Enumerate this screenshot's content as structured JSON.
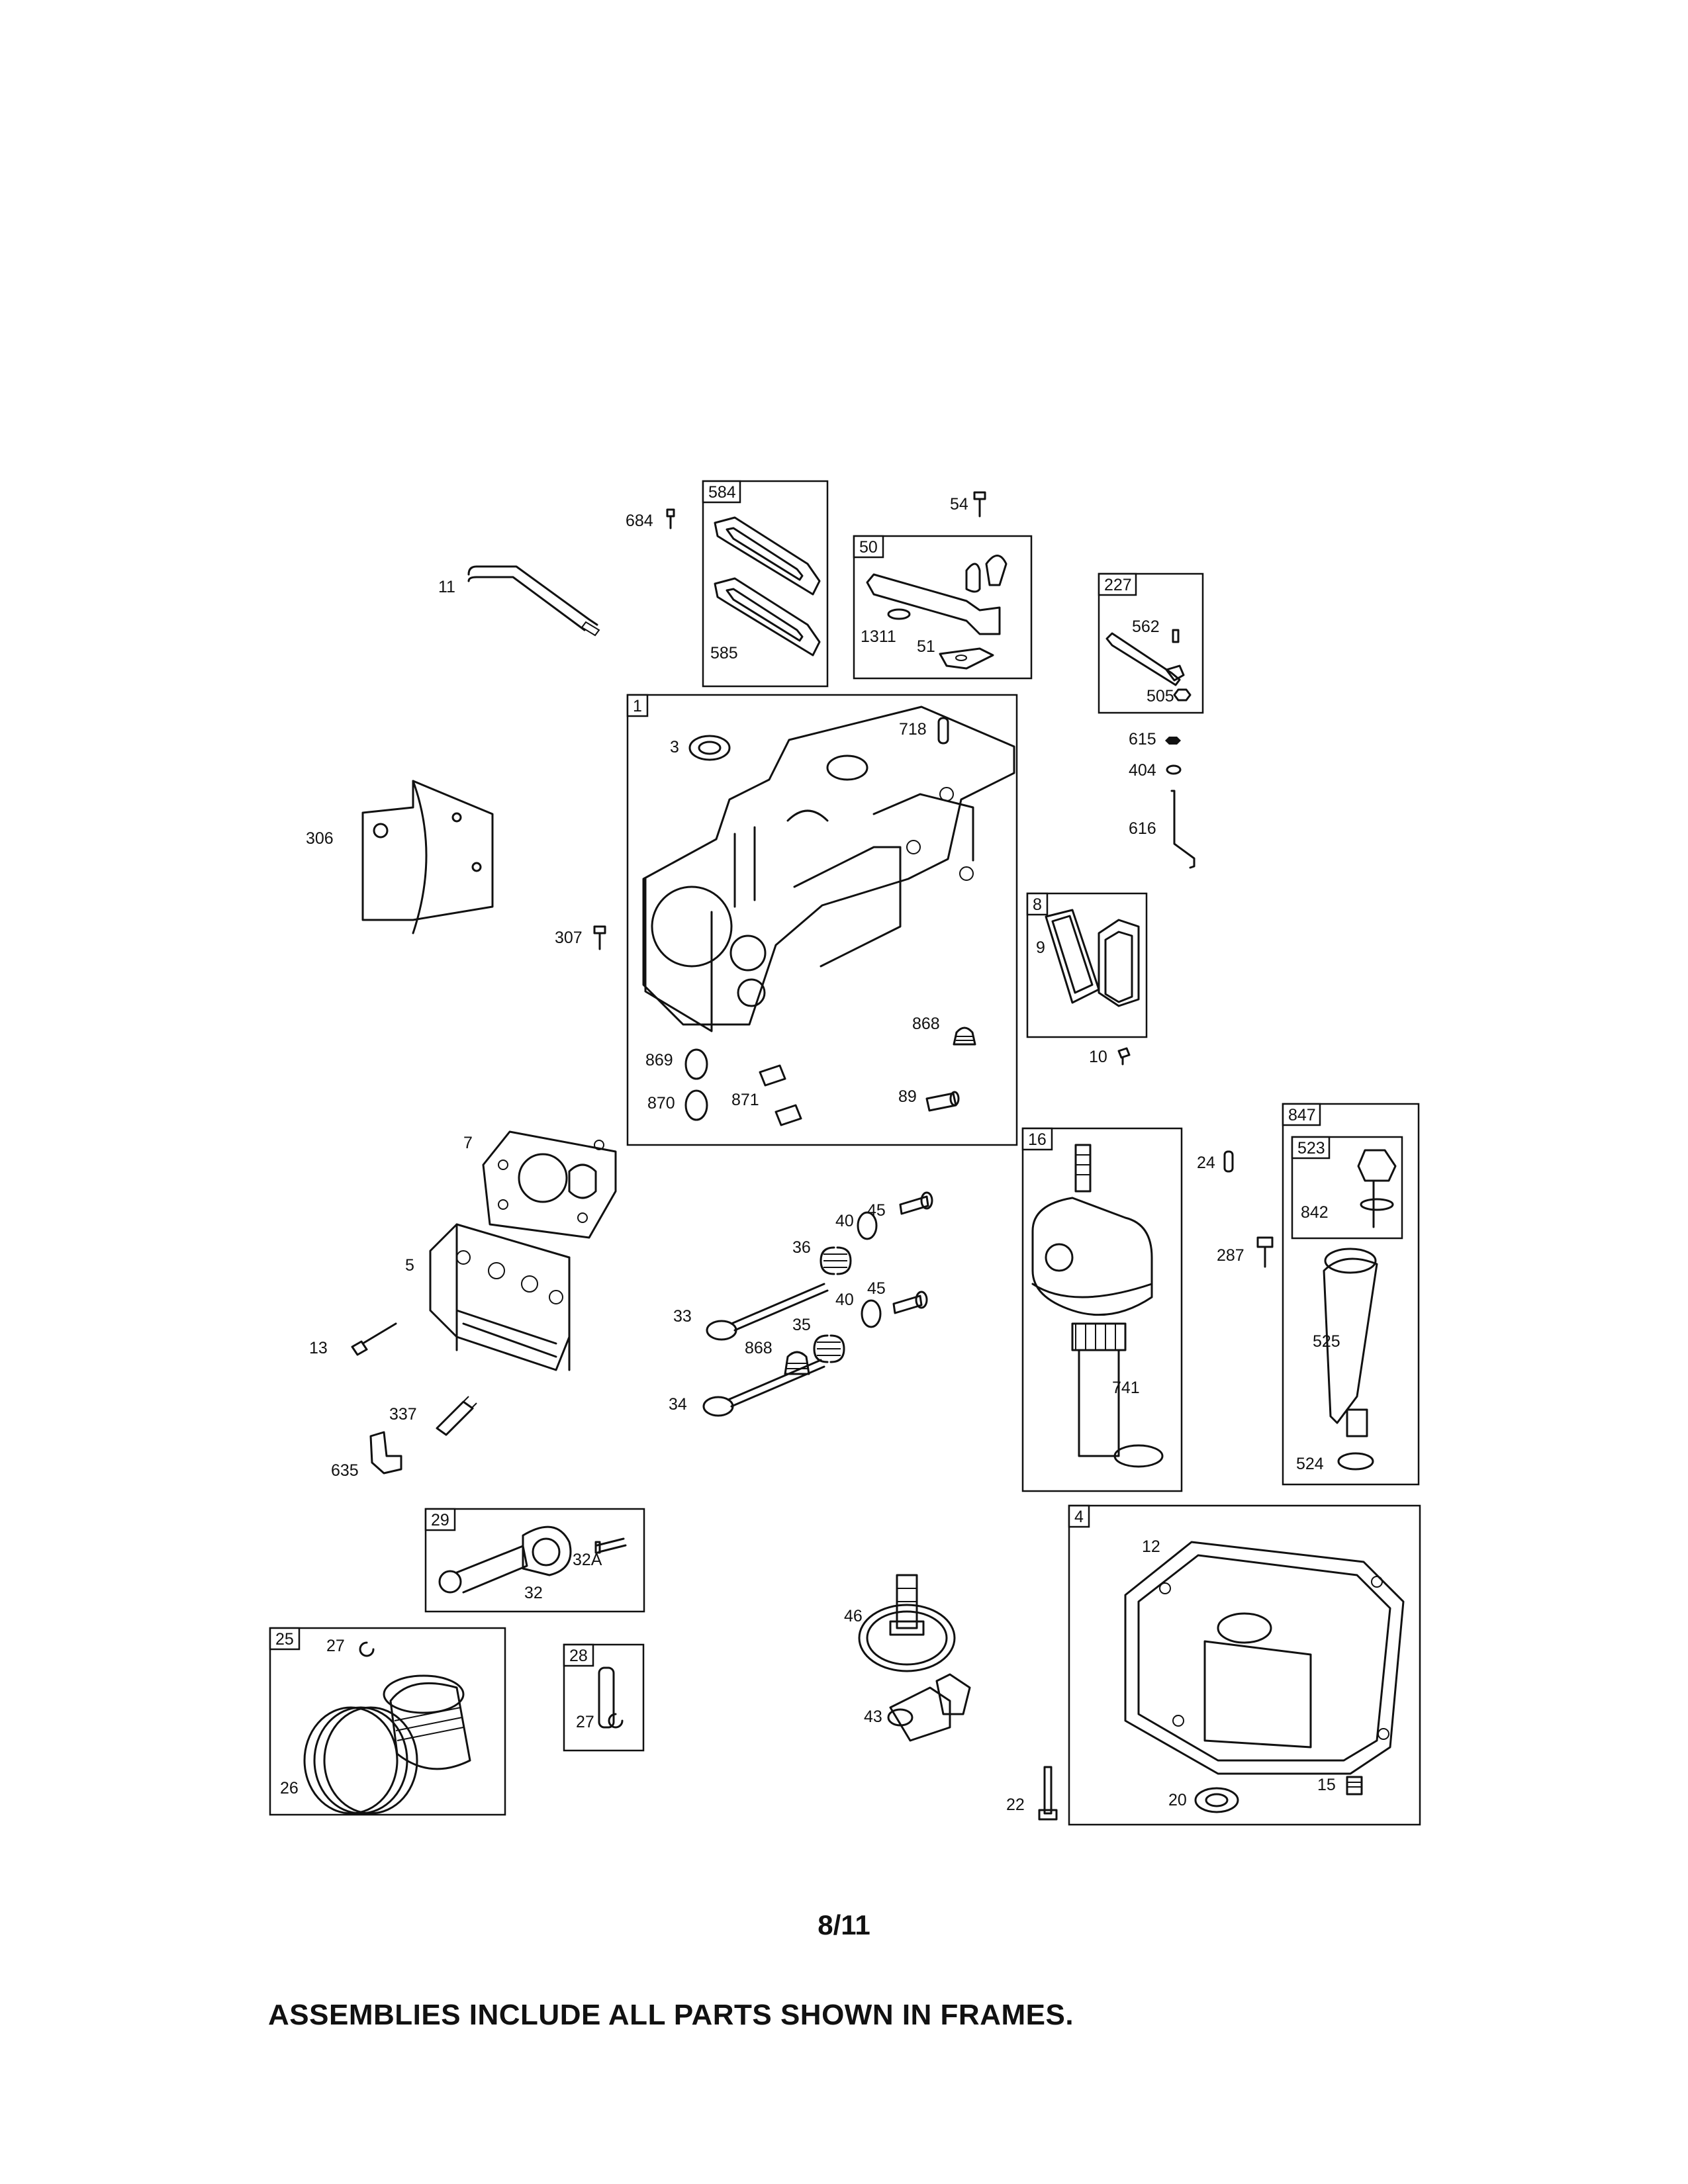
{
  "page_number": "8/11",
  "footer_note": "ASSEMBLIES INCLUDE ALL PARTS SHOWN IN FRAMES.",
  "frames": {
    "f584": "584",
    "f50": "50",
    "f227": "227",
    "f1": "1",
    "f8": "8",
    "f847": "847",
    "f523": "523",
    "f16": "16",
    "f29": "29",
    "f25": "25",
    "f28": "28",
    "f4": "4"
  },
  "labels": {
    "p684": "684",
    "p11": "11",
    "p585": "585",
    "p54": "54",
    "p1311": "1311",
    "p51": "51",
    "p562": "562",
    "p505": "505",
    "p615": "615",
    "p404": "404",
    "p616": "616",
    "p3": "3",
    "p718": "718",
    "p306": "306",
    "p307": "307",
    "p9": "9",
    "p10": "10",
    "p868a": "868",
    "p869": "869",
    "p870": "870",
    "p871": "871",
    "p89": "89",
    "p7": "7",
    "p5": "5",
    "p13": "13",
    "p337": "337",
    "p635": "635",
    "p40a": "40",
    "p45a": "45",
    "p36": "36",
    "p40b": "40",
    "p45b": "45",
    "p33": "33",
    "p35": "35",
    "p868b": "868",
    "p34": "34",
    "p24": "24",
    "p287": "287",
    "p842": "842",
    "p525": "525",
    "p524": "524",
    "p741": "741",
    "p32A": "32A",
    "p32": "32",
    "p27a": "27",
    "p26": "26",
    "p27b": "27",
    "p46": "46",
    "p43": "43",
    "p12": "12",
    "p22": "22",
    "p20": "20",
    "p15": "15"
  }
}
